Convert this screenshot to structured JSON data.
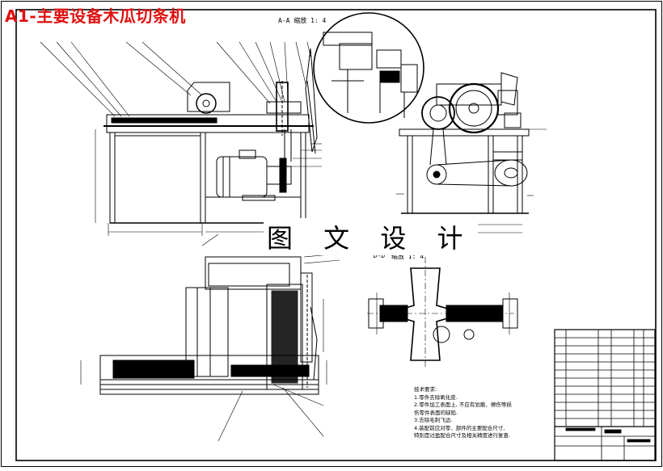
{
  "title": "A1-主要设备木瓜切条机",
  "view_labels": {
    "section_aa": "A-A  缩放 1: 4",
    "section_dd_prefix": "D-D",
    "section_dd_scale": "缩放 1: 4"
  },
  "watermark": "图 文 设 计",
  "tech_notes": {
    "heading": "技术要求:",
    "items": [
      "1.零件去除氧化皮.",
      "2.零件加工表面上, 不应有划痕、擦伤等损",
      "伤零件表面的缺陷.",
      "3.去除毛刺飞边.",
      "4.装配前应对零、部件的主要配合尺寸,",
      "特别是过盈配合尺寸及相关精度进行复查."
    ]
  },
  "colors": {
    "title": "#e01010",
    "line": "#000000",
    "background": "#ffffff"
  }
}
